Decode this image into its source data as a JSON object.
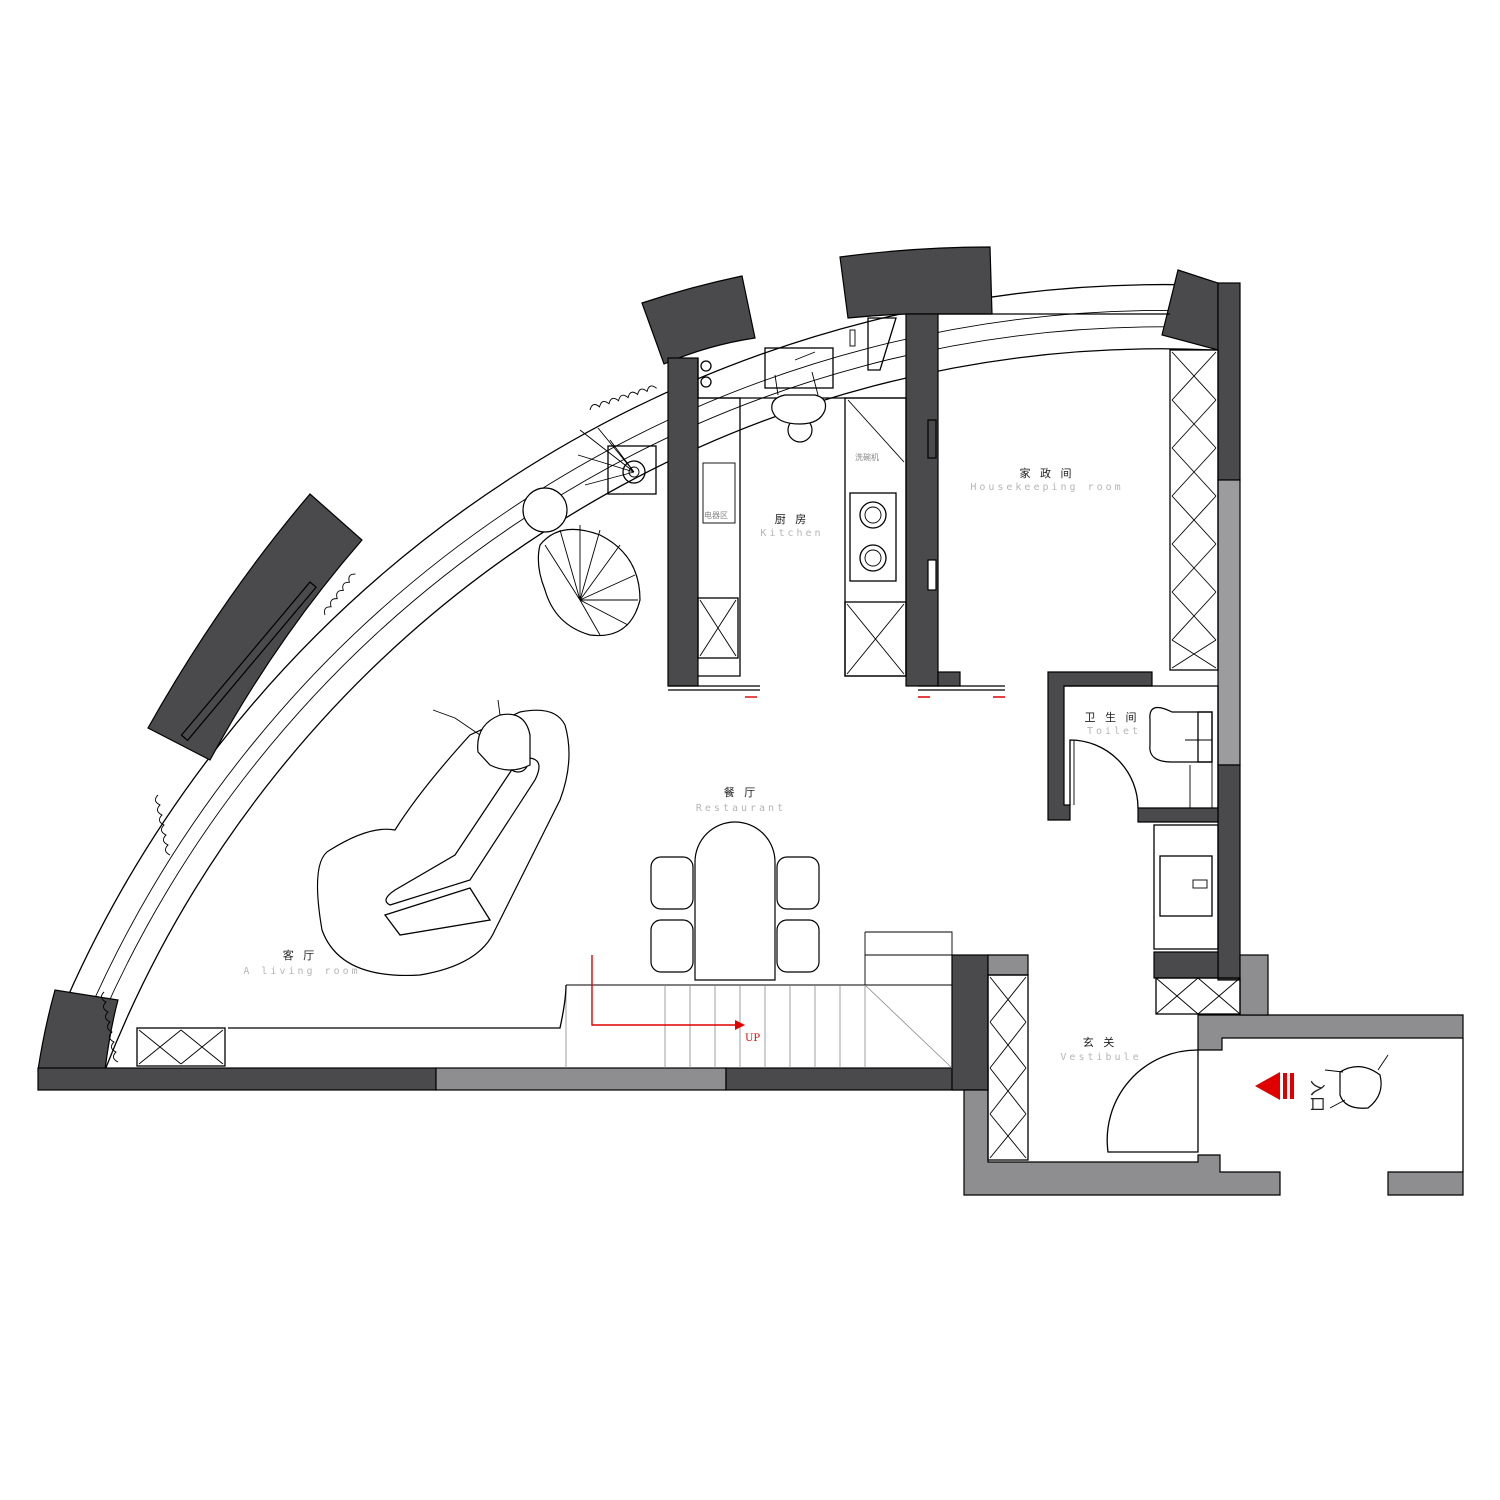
{
  "rooms": {
    "kitchen": {
      "cn": "厨 房",
      "en": "Kitchen"
    },
    "housekeeping": {
      "cn": "家 政 间",
      "en": "Housekeeping room"
    },
    "toilet": {
      "cn": "卫 生 间",
      "en": "Toilet"
    },
    "restaurant": {
      "cn": "餐 厅",
      "en": "Restaurant"
    },
    "living": {
      "cn": "客 厅",
      "en": "A living room"
    },
    "vestibule": {
      "cn": "玄 关",
      "en": "Vestibule"
    }
  },
  "appliances": {
    "dishwasher": "洗碗机",
    "appliance_zone": "电器区"
  },
  "stairs": {
    "label": "UP"
  },
  "entrance": {
    "label": "入口"
  },
  "colors": {
    "wall_dark": "#4a4a4c",
    "wall_mid": "#8e8e90",
    "accent_red": "#e10000"
  }
}
